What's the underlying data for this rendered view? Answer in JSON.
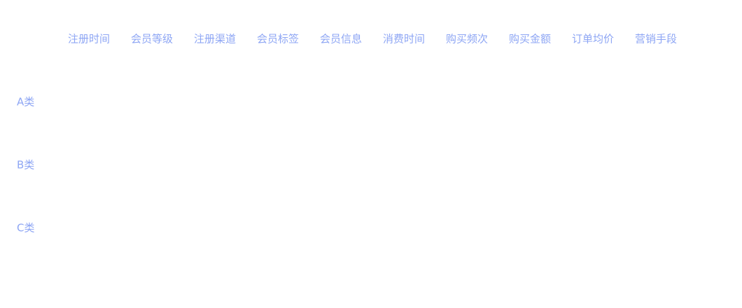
{
  "chart_data": {
    "type": "heatmap",
    "x_categories": [
      "注册时间",
      "会员等级",
      "注册渠道",
      "会员标签",
      "会员信息",
      "消费时间",
      "购买频次",
      "购买金额",
      "订单均价",
      "营销手段"
    ],
    "y_categories": [
      "A类",
      "B类",
      "C类"
    ],
    "values": [],
    "label_color": "#8ea6f4"
  }
}
